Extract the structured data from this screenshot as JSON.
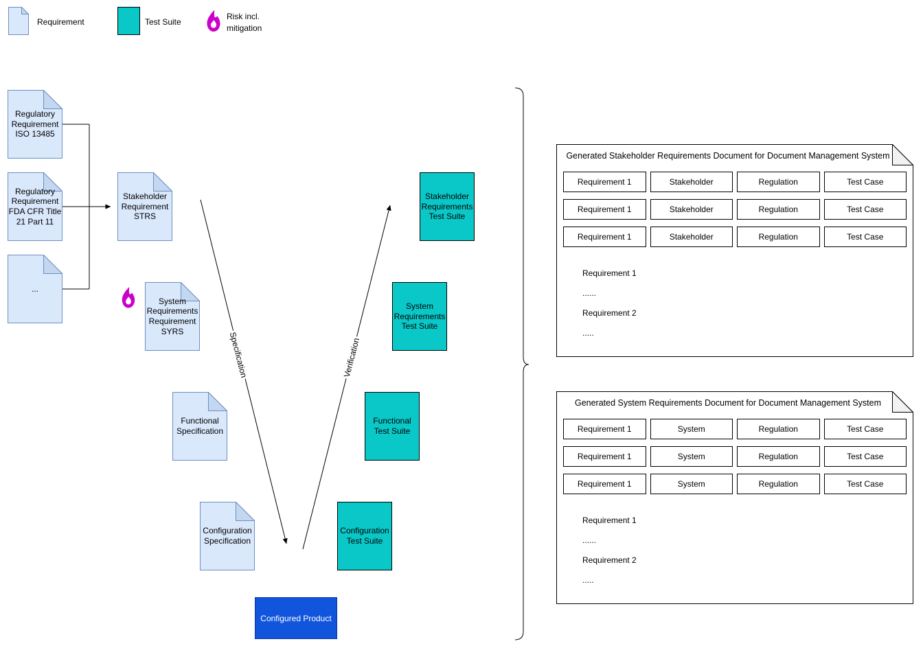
{
  "legend": {
    "requirement_label": "Requirement",
    "test_suite_label": "Test Suite",
    "risk_label": "Risk incl. mitigation"
  },
  "nodes": {
    "reg_iso": "Regulatory Requirement ISO 13485",
    "reg_fda": "Regulatory Requirement FDA CFR Title 21 Part 11",
    "reg_more": "...",
    "stakeholder_req": "Stakeholder Requirement STRS",
    "system_req": "System Requirements Requirement SYRS",
    "functional_spec": "Functional Specification",
    "configuration_spec": "Configuration Specification",
    "stakeholder_ts": "Stakeholder Requirements Test Suite",
    "system_ts": "System Requirements Test Suite",
    "functional_ts": "Functional Test Suite",
    "configuration_ts": "Configuration Test Suite",
    "configured_product": "Configured Product"
  },
  "edges": {
    "specification": "Specification",
    "verification": "Verification"
  },
  "panels": [
    {
      "title": "Generated Stakeholder Requirements Document for Document Management System",
      "rows": [
        [
          "Requirement 1",
          "Stakeholder",
          "Regulation",
          "Test Case"
        ],
        [
          "Requirement 1",
          "Stakeholder",
          "Regulation",
          "Test Case"
        ],
        [
          "Requirement 1",
          "Stakeholder",
          "Regulation",
          "Test Case"
        ]
      ],
      "list": [
        "Requirement 1",
        "......",
        "Requirement 2",
        "....."
      ]
    },
    {
      "title": "Generated System Requirements Document for Document Management System",
      "rows": [
        [
          "Requirement 1",
          "System",
          "Regulation",
          "Test Case"
        ],
        [
          "Requirement 1",
          "System",
          "Regulation",
          "Test Case"
        ],
        [
          "Requirement 1",
          "System",
          "Regulation",
          "Test Case"
        ]
      ],
      "list": [
        "Requirement 1",
        "......",
        "Requirement 2",
        "....."
      ]
    }
  ],
  "colors": {
    "requirement_fill": "#DAE8FC",
    "requirement_stroke": "#6C8EBF",
    "requirement_fold": "#C3D7F0",
    "test_suite_fill": "#0AC8C8",
    "risk_flame": "#CC00CC",
    "product_fill": "#1155DD",
    "line": "#000000"
  }
}
